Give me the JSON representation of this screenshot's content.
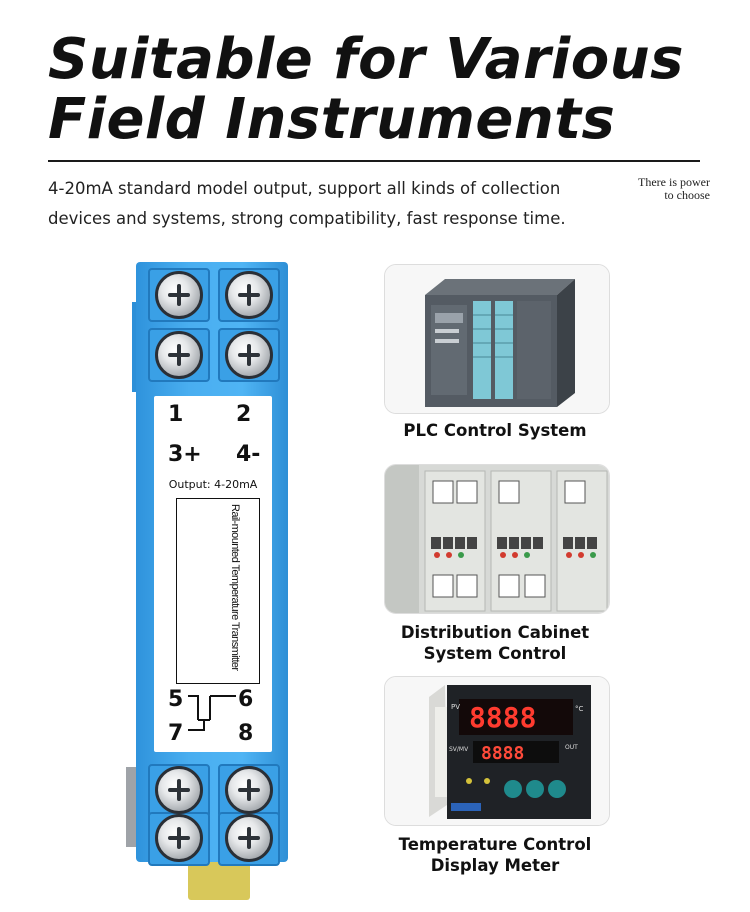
{
  "header": {
    "headline_line1": "Suitable for Various",
    "headline_line2": "Field Instruments",
    "description_line1": "4-20mA standard model output, support all kinds of collection",
    "description_line2": "devices and systems, strong compatibility, fast response time.",
    "aside_line1": "There is power",
    "aside_line2": "to choose"
  },
  "device": {
    "terminals_top": [
      "1",
      "2",
      "3+",
      "4-"
    ],
    "output_label": "Output: 4-20mA",
    "product_name": "Rail-mounted Temperature Transmitter",
    "terminals_bottom": [
      "5",
      "6",
      "7",
      "8"
    ],
    "body_color": "#4fb4f4"
  },
  "applications": [
    {
      "icon": "plc-icon",
      "caption_lines": [
        "PLC Control System"
      ]
    },
    {
      "icon": "cabinet-icon",
      "caption_lines": [
        "Distribution Cabinet",
        "System Control"
      ]
    },
    {
      "icon": "meter-icon",
      "caption_lines": [
        "Temperature Control",
        "Display Meter"
      ]
    }
  ],
  "meter": {
    "pv_display": "8888",
    "sv_display": "8888",
    "pv_label": "PV",
    "sv_label": "SV/MV",
    "unit_label": "°C",
    "out_label": "OUT"
  }
}
